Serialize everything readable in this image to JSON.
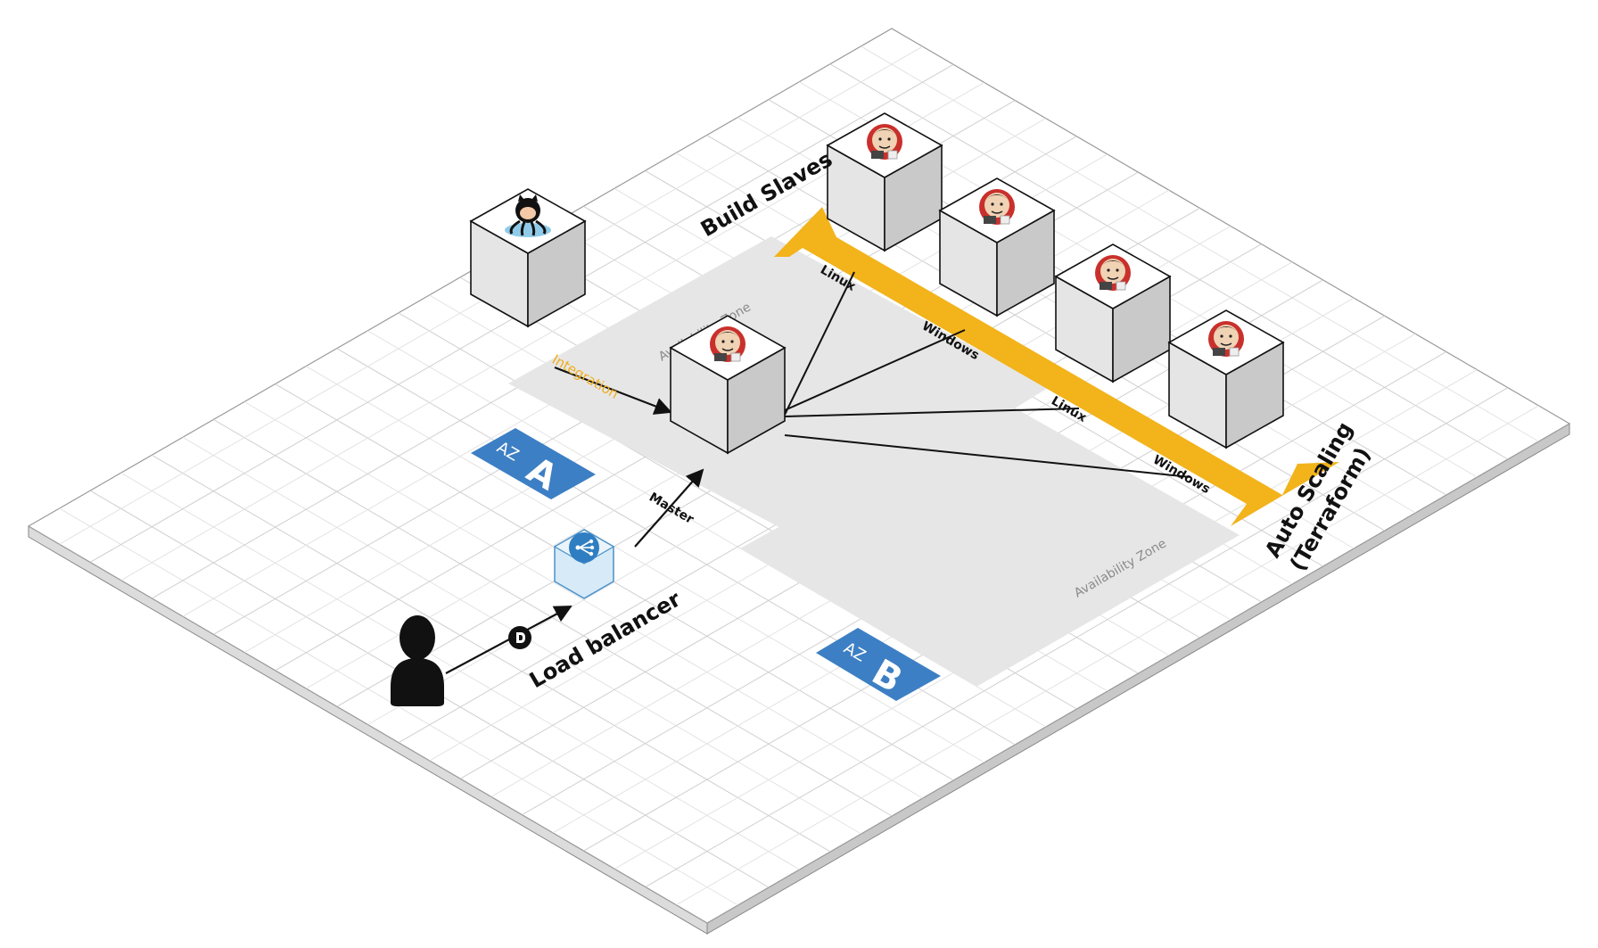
{
  "labels": {
    "build_slaves": "Build Slaves",
    "auto_scaling_line1": "Auto Scaling",
    "auto_scaling_line2": "(Terraform)",
    "load_balancer": "Load balancer",
    "master": "Master",
    "integration": "Integration",
    "availability_zone_a": "Availability Zone",
    "availability_zone_b": "Availability Zone"
  },
  "az_a": {
    "prefix": "AZ",
    "letter": "A"
  },
  "az_b": {
    "prefix": "AZ",
    "letter": "B"
  },
  "slave_links": [
    "Linux",
    "Windows",
    "Linux",
    "Windows"
  ],
  "nodes": {
    "github": "github-octocat-icon",
    "master": "jenkins-icon",
    "slaves": [
      "jenkins-icon",
      "jenkins-icon",
      "jenkins-icon",
      "jenkins-icon"
    ],
    "load_balancer": "load-balancer-icon",
    "user": "user-icon",
    "dns": "dns-icon"
  },
  "colors": {
    "arrow": "#f2b31b",
    "az_badge": "#3d7fc4",
    "zone": "#e6e6e6",
    "grid_line": "#d2d2d2",
    "platform": "#ffffff"
  }
}
